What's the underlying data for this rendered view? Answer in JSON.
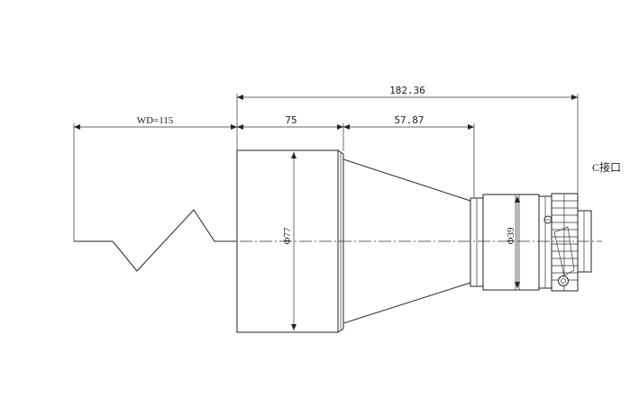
{
  "dimensions": {
    "overall_length": "182.36",
    "working_distance": "WD=115",
    "front_barrel_length": "75",
    "taper_length": "57.87",
    "front_diameter": "Φ77",
    "rear_diameter": "Φ39"
  },
  "labels": {
    "mount": "C接口"
  }
}
